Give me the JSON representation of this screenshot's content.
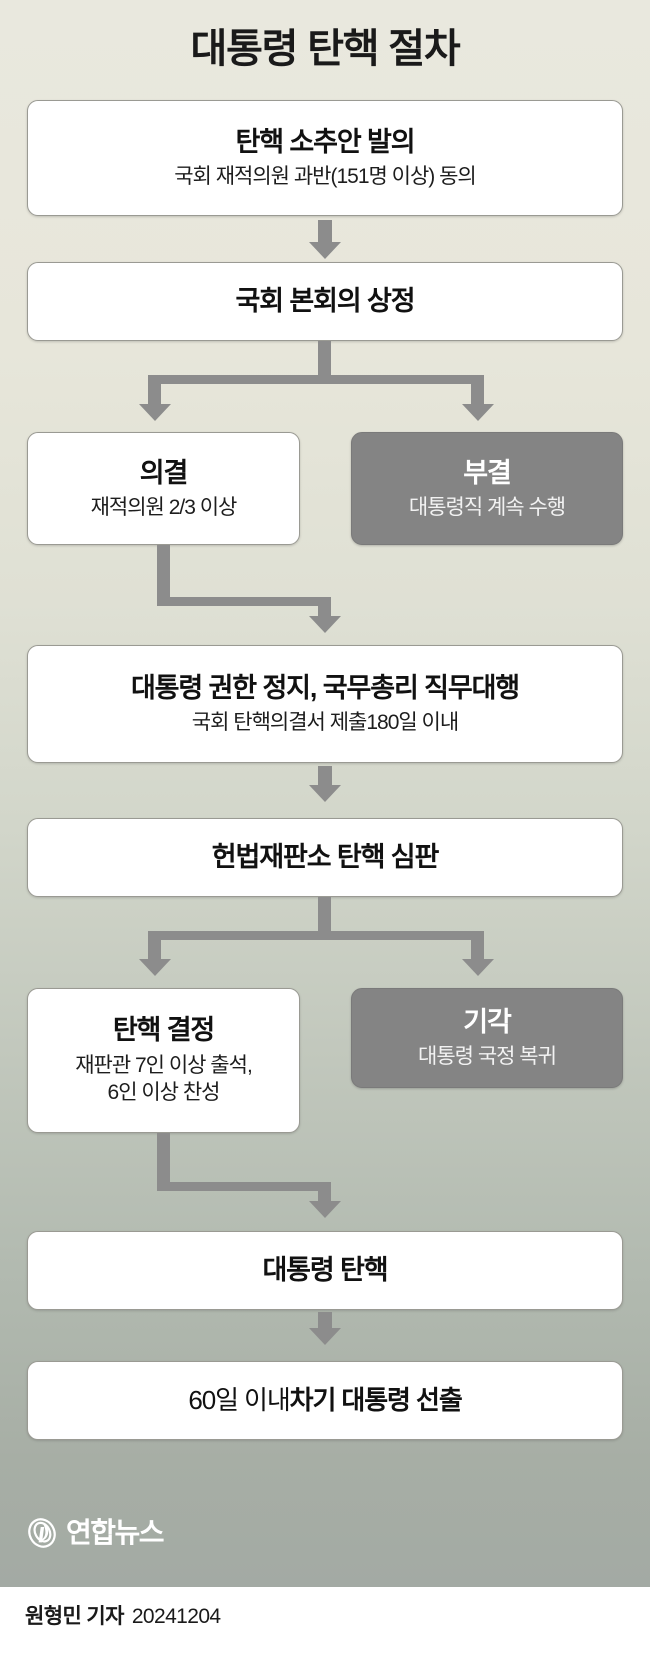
{
  "title": "대통령 탄핵 절차",
  "colors": {
    "bg_top": "#e9e8de",
    "bg_bottom": "#a3aaa4",
    "box_white": "#ffffff",
    "box_dark": "#848484",
    "connector": "#8c8c8c",
    "text_dark": "#111111",
    "text_light": "#ffffff"
  },
  "steps": {
    "motion": {
      "main": "탄핵 소추안 발의",
      "sub": "국회 재적의원 과반(151명 이상) 동의"
    },
    "plenary": {
      "main": "국회 본회의 상정"
    },
    "pass": {
      "main": "의결",
      "sub": "재적의원 2/3 이상"
    },
    "reject": {
      "main": "부결",
      "sub": "대통령직 계속 수행"
    },
    "suspend": {
      "main": "대통령 권한 정지, 국무총리 직무대행",
      "sub": "국회 탄핵의결서 제출180일 이내"
    },
    "court": {
      "main": "헌법재판소 탄핵 심판"
    },
    "impeach_decision": {
      "main": "탄핵 결정",
      "sub_line1": "재판관 7인 이상 출석,",
      "sub_line2": "6인 이상 찬성"
    },
    "dismiss": {
      "main": "기각",
      "sub": "대통령 국정 복귀"
    },
    "impeached": {
      "main": "대통령 탄핵"
    },
    "election": {
      "prefix": "60일 이내",
      "main": "차기 대통령 선출"
    }
  },
  "branding": {
    "logo_name": "연합뉴스",
    "logo_icon": "yonhap-swirl-icon"
  },
  "credit": {
    "reporter": "원형민 기자",
    "date": "20241204"
  }
}
